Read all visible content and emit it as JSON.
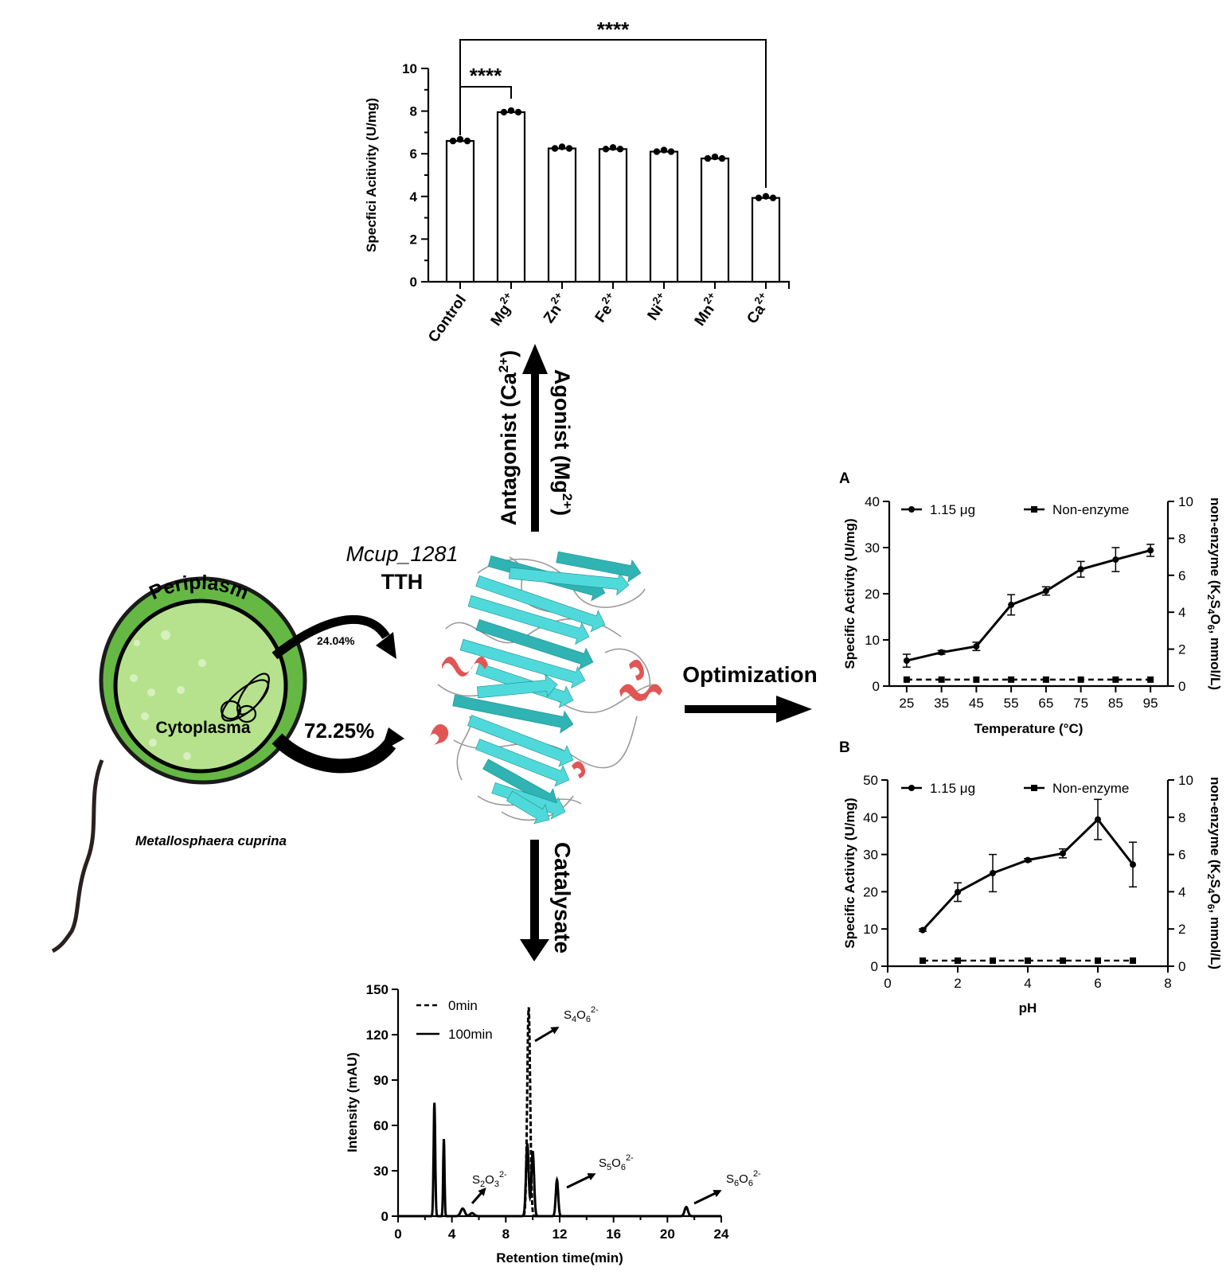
{
  "bar_chart": {
    "ylabel": "Specfici Acitivity (U/mg)",
    "yticks": [
      "0",
      "2",
      "4",
      "6",
      "8",
      "10"
    ],
    "categories": [
      {
        "base": "Control",
        "sup": ""
      },
      {
        "base": "Mg",
        "sup": "2+"
      },
      {
        "base": "Zn",
        "sup": "2+"
      },
      {
        "base": "Fe",
        "sup": "2+"
      },
      {
        "base": "Ni",
        "sup": "2+"
      },
      {
        "base": "Mn",
        "sup": "2+"
      },
      {
        "base": "Ca",
        "sup": "2+"
      }
    ],
    "sig_mg": "****",
    "sig_ca": "****"
  },
  "center": {
    "protein_italic": "Mcup_1281",
    "protein_name": "TTH",
    "antagonist": "Antagonist (Ca",
    "antagonist_sup": "2+",
    "antagonist_close": ")",
    "agonist": "Agonist (Mg",
    "agonist_sup": "2+",
    "agonist_close": ")",
    "optimization": "Optimization",
    "catalysate": "Catalysate"
  },
  "cell": {
    "periplasm": "Periplasm",
    "cytoplasma": "Cytoplasma",
    "pct_periplasm": "24.04%",
    "pct_cytoplasm": "72.25%",
    "organism": "Metallosphaera cuprina"
  },
  "panel_a": {
    "letter": "A",
    "xlabel": "Temperature (°C)",
    "ylabel": "Specific Activity (U/mg)",
    "y2label_pre": "non-enzyme (K",
    "y2label_mid1": "S",
    "y2label_mid2": "O",
    "y2label_post": ", mmol/L)",
    "y2_sub1": "2",
    "y2_sub2": "4",
    "y2_sub3": "6",
    "xticks": [
      "25",
      "35",
      "45",
      "55",
      "65",
      "75",
      "85",
      "95"
    ],
    "yticks": [
      "0",
      "10",
      "20",
      "30",
      "40"
    ],
    "y2ticks": [
      "0",
      "2",
      "4",
      "6",
      "8",
      "10"
    ],
    "legend_enzyme": "1.15 μg",
    "legend_nonenzyme": "Non-enzyme"
  },
  "panel_b": {
    "letter": "B",
    "xlabel": "pH",
    "ylabel": "Specific Activity (U/mg)",
    "y2label_pre": "non-enzyme (K",
    "y2label_mid1": "S",
    "y2label_mid2": "O",
    "y2label_post": ", mmol/L)",
    "y2_sub1": "2",
    "y2_sub2": "4",
    "y2_sub3": "6",
    "xticks": [
      "0",
      "2",
      "4",
      "6",
      "8"
    ],
    "yticks": [
      "0",
      "10",
      "20",
      "30",
      "40",
      "50"
    ],
    "y2ticks": [
      "0",
      "2",
      "4",
      "6",
      "8",
      "10"
    ],
    "legend_enzyme": "1.15 μg",
    "legend_nonenzyme": "Non-enzyme"
  },
  "hplc": {
    "xlabel": "Retention time(min)",
    "ylabel": "Intensity (mAU)",
    "xticks": [
      "0",
      "4",
      "8",
      "12",
      "16",
      "20",
      "24"
    ],
    "yticks": [
      "0",
      "30",
      "60",
      "90",
      "120",
      "150"
    ],
    "legend_0": "0min",
    "legend_100": "100min",
    "ions": [
      {
        "s": "S",
        "n1": "2",
        "o": "O",
        "n2": "3",
        "charge": "2-"
      },
      {
        "s": "S",
        "n1": "4",
        "o": "O",
        "n2": "6",
        "charge": "2-"
      },
      {
        "s": "S",
        "n1": "5",
        "o": "O",
        "n2": "6",
        "charge": "2-"
      },
      {
        "s": "S",
        "n1": "6",
        "o": "O",
        "n2": "6",
        "charge": "2-"
      }
    ]
  },
  "chart_data": [
    {
      "type": "bar",
      "categories": [
        "Control",
        "Mg2+",
        "Zn2+",
        "Fe2+",
        "Ni2+",
        "Mn2+",
        "Ca2+"
      ],
      "values": [
        6.6,
        7.95,
        6.25,
        6.22,
        6.1,
        5.78,
        3.93
      ],
      "ylabel": "Specfici Acitivity (U/mg)",
      "ylim": [
        0,
        10
      ],
      "significance": [
        {
          "from": "Control",
          "to": "Mg2+",
          "label": "****"
        },
        {
          "from": "Control",
          "to": "Ca2+",
          "label": "****"
        }
      ]
    },
    {
      "type": "line",
      "xlabel": "Temperature (°C)",
      "ylabel": "Specific Activity (U/mg)",
      "x": [
        25,
        35,
        45,
        55,
        65,
        75,
        85,
        95
      ],
      "xlim": [
        20,
        100
      ],
      "ylim": [
        0,
        40
      ],
      "y2lim": [
        0,
        10
      ],
      "series": [
        {
          "name": "1.15 μg",
          "values": [
            5.5,
            7.3,
            8.6,
            17.6,
            20.6,
            25.3,
            27.4,
            29.4
          ],
          "err": [
            1.4,
            0.4,
            0.9,
            2.2,
            0.9,
            1.7,
            2.6,
            1.3
          ],
          "axis": "left"
        },
        {
          "name": "Non-enzyme",
          "values": [
            0.35,
            0.35,
            0.35,
            0.35,
            0.35,
            0.35,
            0.35,
            0.35
          ],
          "axis": "right"
        }
      ]
    },
    {
      "type": "line",
      "xlabel": "pH",
      "ylabel": "Specific Activity (U/mg)",
      "x": [
        1,
        2,
        3,
        4,
        5,
        6,
        7
      ],
      "xlim": [
        0,
        8
      ],
      "ylim": [
        0,
        50
      ],
      "y2lim": [
        0,
        10
      ],
      "series": [
        {
          "name": "1.15 μg",
          "values": [
            9.7,
            19.9,
            25.0,
            28.5,
            30.3,
            39.4,
            27.3
          ],
          "err": [
            0.3,
            2.5,
            5.0,
            0.4,
            1.2,
            5.4,
            6.0
          ],
          "axis": "left"
        },
        {
          "name": "Non-enzyme",
          "values": [
            0.3,
            0.3,
            0.3,
            0.3,
            0.3,
            0.3,
            0.3
          ],
          "axis": "right"
        }
      ]
    },
    {
      "type": "line",
      "xlabel": "Retention time(min)",
      "ylabel": "Intensity (mAU)",
      "xlim": [
        0,
        24
      ],
      "ylim": [
        0,
        150
      ],
      "series": [
        {
          "name": "0min",
          "peaks": [
            {
              "t": 9.7,
              "h": 138,
              "w": 0.22
            }
          ]
        },
        {
          "name": "100min",
          "peaks": [
            {
              "t": 2.7,
              "h": 75,
              "w": 0.12
            },
            {
              "t": 3.4,
              "h": 51,
              "w": 0.1
            },
            {
              "t": 4.8,
              "h": 5,
              "w": 0.3
            },
            {
              "t": 5.5,
              "h": 2,
              "w": 0.3
            },
            {
              "t": 9.6,
              "h": 48,
              "w": 0.2
            },
            {
              "t": 10.0,
              "h": 43,
              "w": 0.2
            },
            {
              "t": 11.8,
              "h": 24,
              "w": 0.18
            },
            {
              "t": 21.4,
              "h": 6,
              "w": 0.25
            }
          ]
        }
      ]
    }
  ]
}
